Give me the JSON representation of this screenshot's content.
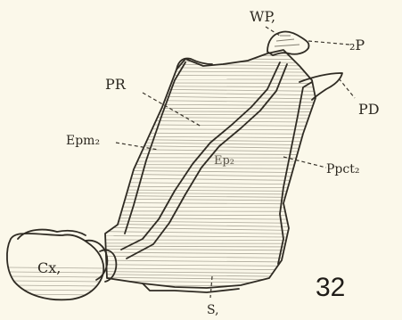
{
  "labels": {
    "wp": "WP,",
    "p2": "₂P",
    "pr": "PR",
    "pd": "PD",
    "epm": "Epm₂",
    "ep": "Ep₂",
    "ppct": "Ppct₂",
    "cx": "Cx,",
    "s": "S,"
  },
  "figure_number": "32"
}
